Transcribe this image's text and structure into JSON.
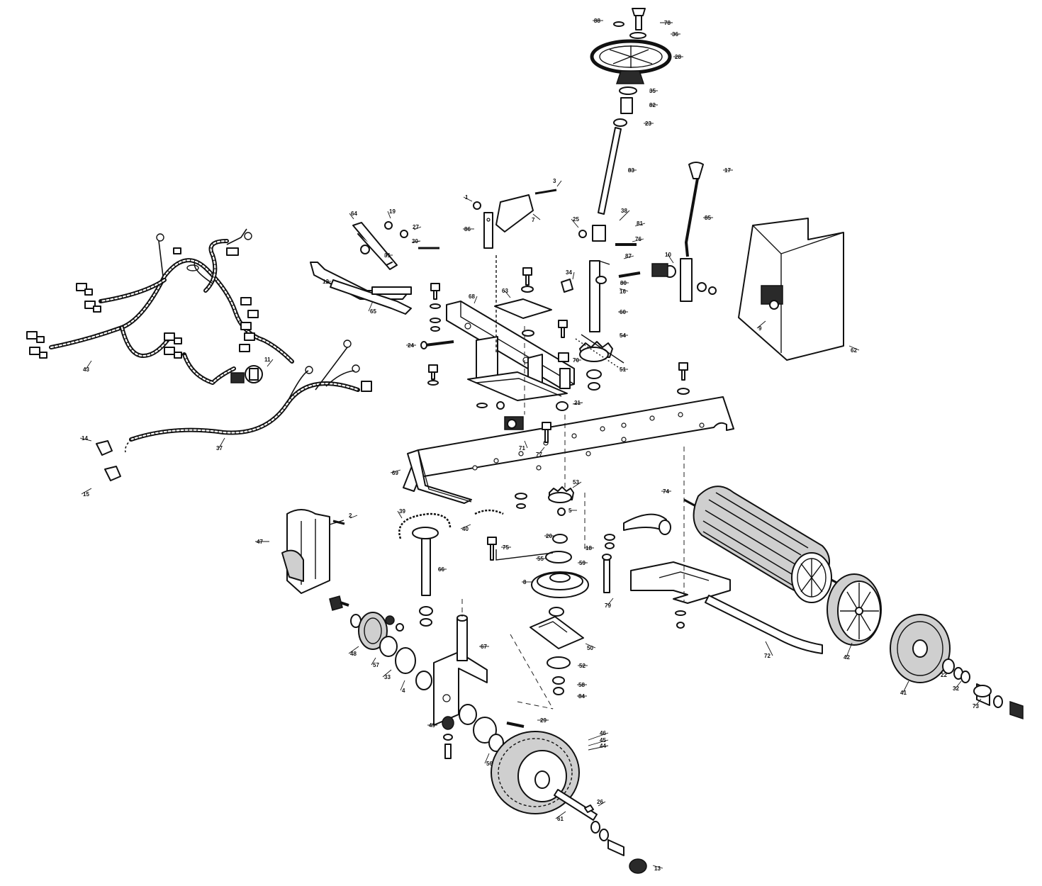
{
  "diagram": {
    "callouts": [
      {
        "label": "88"
      },
      {
        "label": "78"
      },
      {
        "label": "36"
      },
      {
        "label": "28"
      },
      {
        "label": "35"
      },
      {
        "label": "82"
      },
      {
        "label": "23"
      },
      {
        "label": "83"
      },
      {
        "label": "17"
      },
      {
        "label": "85"
      },
      {
        "label": "62"
      },
      {
        "label": "9"
      },
      {
        "label": "3"
      },
      {
        "label": "1"
      },
      {
        "label": "7"
      },
      {
        "label": "86"
      },
      {
        "label": "64"
      },
      {
        "label": "19"
      },
      {
        "label": "27"
      },
      {
        "label": "30"
      },
      {
        "label": "31"
      },
      {
        "label": "12"
      },
      {
        "label": "65"
      },
      {
        "label": "68"
      },
      {
        "label": "63"
      },
      {
        "label": "24"
      },
      {
        "label": "80"
      },
      {
        "label": "21"
      },
      {
        "label": "71"
      },
      {
        "label": "77"
      },
      {
        "label": "69"
      },
      {
        "label": "43"
      },
      {
        "label": "11"
      },
      {
        "label": "37"
      },
      {
        "label": "14"
      },
      {
        "label": "15"
      },
      {
        "label": "47"
      },
      {
        "label": "2"
      },
      {
        "label": "39"
      },
      {
        "label": "40"
      },
      {
        "label": "66"
      },
      {
        "label": "75"
      },
      {
        "label": "53"
      },
      {
        "label": "5"
      },
      {
        "label": "20"
      },
      {
        "label": "55"
      },
      {
        "label": "59"
      },
      {
        "label": "8"
      },
      {
        "label": "50"
      },
      {
        "label": "52"
      },
      {
        "label": "58"
      },
      {
        "label": "84"
      },
      {
        "label": "79"
      },
      {
        "label": "18"
      },
      {
        "label": "74"
      },
      {
        "label": "72"
      },
      {
        "label": "42"
      },
      {
        "label": "41"
      },
      {
        "label": "22"
      },
      {
        "label": "32"
      },
      {
        "label": "73"
      },
      {
        "label": "67"
      },
      {
        "label": "48"
      },
      {
        "label": "57"
      },
      {
        "label": "33"
      },
      {
        "label": "4"
      },
      {
        "label": "49"
      },
      {
        "label": "29"
      },
      {
        "label": "56"
      },
      {
        "label": "46"
      },
      {
        "label": "45"
      },
      {
        "label": "44"
      },
      {
        "label": "61"
      },
      {
        "label": "26"
      },
      {
        "label": "13"
      },
      {
        "label": "38"
      },
      {
        "label": "25"
      },
      {
        "label": "81"
      },
      {
        "label": "76"
      },
      {
        "label": "87"
      },
      {
        "label": "34"
      },
      {
        "label": "16"
      },
      {
        "label": "60"
      },
      {
        "label": "54"
      },
      {
        "label": "51"
      },
      {
        "label": "70"
      },
      {
        "label": "10"
      }
    ]
  }
}
